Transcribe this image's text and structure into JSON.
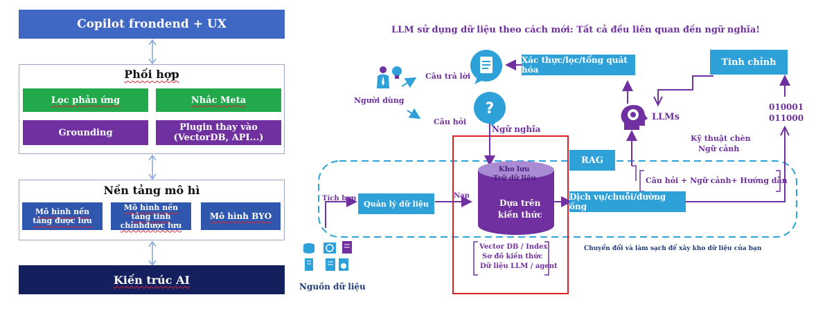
{
  "left": {
    "top_bar": "Copilot frondend + UX",
    "orchestration": {
      "title": "Phối hợp",
      "items": [
        "Lọc phản ứng",
        "Nhắc Meta",
        "Grounding",
        "Plugin thay vào (VectorDB, API...)"
      ]
    },
    "foundation": {
      "title": "Nền tảng mô hì",
      "items": [
        "Mô hình nền tảng được lưu",
        "Mô hình nền tảng tinh chỉnhđược lưu",
        "Mô hình BYO"
      ]
    },
    "bottom_bar": "Kiến trúc AI"
  },
  "right": {
    "title": "LLM sử dụng dữ liệu theo cách mới: Tất cả đều liên quan đến ngữ nghĩa!",
    "labels": {
      "user": "Người dùng",
      "answer": "Câu trả lời",
      "question": "Câu hỏi",
      "semantic": "Ngữ nghĩa",
      "llms": "LLMs",
      "binary": [
        "010001",
        "011000"
      ],
      "context_injection": [
        "Kỹ thuật chèn",
        "Ngữ cảnh"
      ],
      "integration": "Tích hợp",
      "load": "Nạp",
      "storage": [
        "Kho lưu",
        "Trữ dữ liệu"
      ],
      "knowledge": [
        "Dựa trên",
        "kiến thức"
      ],
      "transform": "Chuyển đổi và làm sạch để xây kho dữ liệu của bạn",
      "data_sources": "Nguồn dữ liệu",
      "db_list": [
        "Vector DB / Index",
        "Sơ đồ kiến thức",
        "Dữ liệu LLM / agent"
      ],
      "prompt": "Câu hỏi + Ngữ cảnh+ Hướng dẫn"
    },
    "boxes": {
      "validate": "Xác thực/lọc/tổng quát hóa",
      "finetune": "Tinh chỉnh",
      "rag": "RAG",
      "data_mgmt": "Quản lý dữ liệu",
      "services": "Dịch vụ/chuỗi/đường ống"
    },
    "icons": [
      "user-icon",
      "lightbulb-icon",
      "document-icon",
      "question-icon",
      "brain-gear-icon",
      "database-icon",
      "server-icon",
      "globe-icon",
      "report-icon"
    ],
    "colors": {
      "purple": "#7030a0",
      "blue": "#2ea1d8",
      "dash": "#2ea1d8",
      "red": "#e02020",
      "navy": "#1f3a7a"
    }
  }
}
